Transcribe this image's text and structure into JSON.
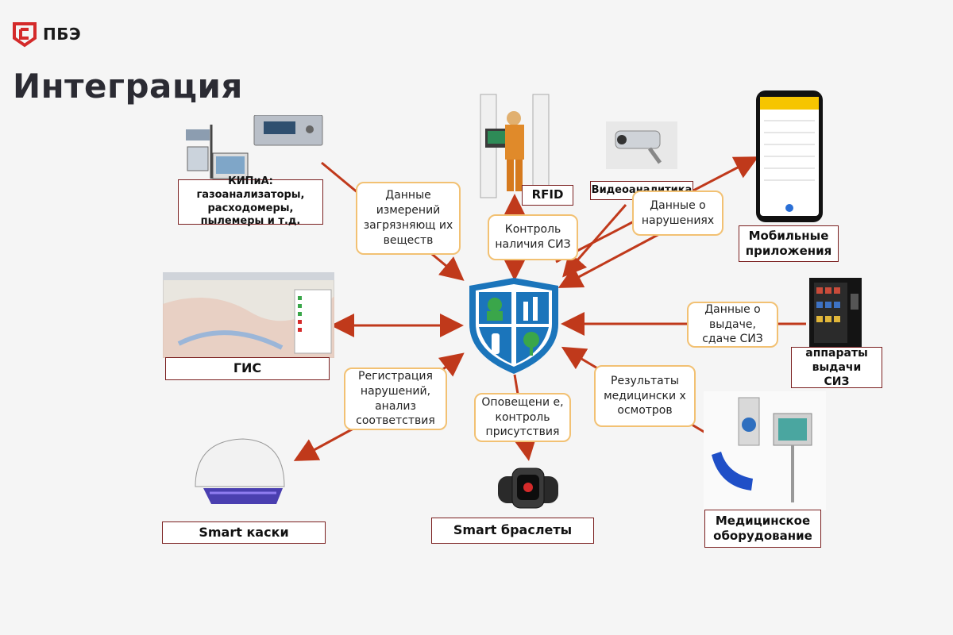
{
  "header": {
    "logo_text": "ПБЭ",
    "title": "Интеграция"
  },
  "nodes": {
    "kipia": "КИПиА: газоанализаторы, расходомеры, пылемеры и т.д.",
    "rfid": "RFID",
    "video": "Видеоаналитика",
    "mobile": "Мобильные приложения",
    "gis": "ГИС",
    "vending": "аппараты выдачи СИЗ",
    "helmets": "Smart каски",
    "bracelets": "Smart браслеты",
    "medical": "Медицинское оборудование"
  },
  "bubbles": {
    "measurements": "Данные измерений загрязняющ их веществ",
    "siz_control": "Контроль наличия СИЗ",
    "violations": "Данные о нарушениях",
    "issue": "Данные о выдаче, сдаче СИЗ",
    "registration": "Регистрация нарушений, анализ соответствия",
    "notification": "Оповещени е, контроль присутствия",
    "medical_results": "Результаты медицински х осмотров"
  },
  "colors": {
    "arrow": "#c0391b",
    "bubble_border": "#f2c173",
    "label_border": "#7a1f1f",
    "shield_blue": "#1b75bb",
    "shield_green": "#3aa64a",
    "logo_red": "#d42a2a"
  },
  "icons": {
    "logo": "company-logo-icon",
    "center": "shield-safety-icon"
  }
}
